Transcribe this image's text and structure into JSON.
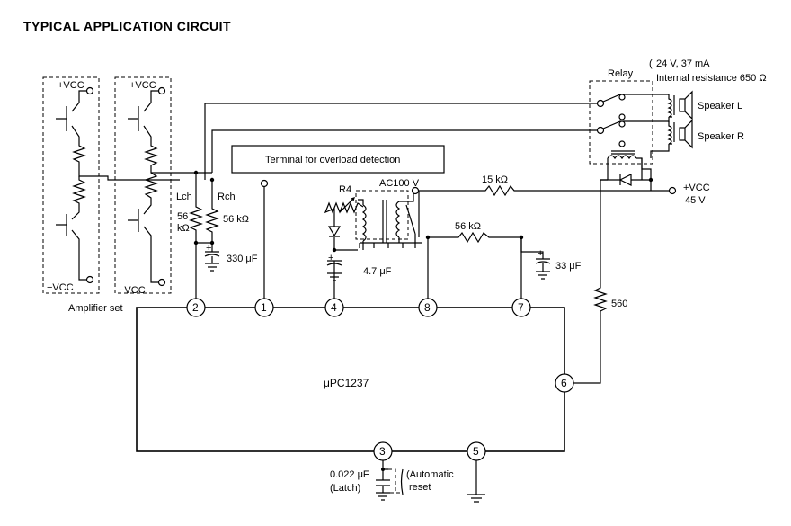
{
  "title": "TYPICAL APPLICATION CIRCUIT",
  "chip": {
    "label": "μPC1237"
  },
  "pins": [
    "1",
    "2",
    "3",
    "4",
    "5",
    "6",
    "7",
    "8"
  ],
  "amplifier": {
    "vcc_pos": "+VCC",
    "vcc_neg": "−VCC",
    "caption": "Amplifier set",
    "lch": "Lch",
    "rch": "Rch"
  },
  "components": {
    "r_lch_a": "56",
    "r_lch_b": "kΩ",
    "r_rch": "56 kΩ",
    "c_330": "330 μF",
    "r4": "R4",
    "ac100": "AC100 V",
    "c_4_7": "4.7 μF",
    "r_15k": "15 kΩ",
    "r_56k": "56 kΩ",
    "c_33": "33 μF",
    "r_560": "560",
    "c_latch_a": "0.022 μF",
    "c_latch_b": "(Latch)",
    "auto_reset_a": "(Automatic",
    "auto_reset_b": "reset"
  },
  "relay": {
    "label": "Relay",
    "spec_1": "24 V, 37 mA",
    "spec_2": "Internal resistance 650 Ω"
  },
  "speakers": {
    "left": "Speaker L",
    "right": "Speaker R"
  },
  "supply": {
    "vcc": "+VCC",
    "voltage": "45 V"
  },
  "overload_terminal": "Terminal for overload detection"
}
